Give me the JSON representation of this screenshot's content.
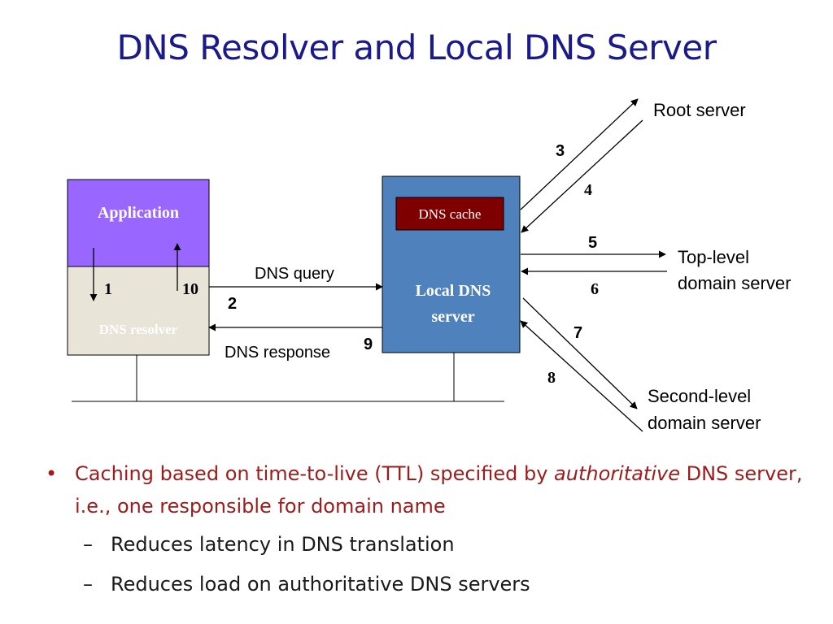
{
  "title": "DNS Resolver and Local DNS Server",
  "diagram": {
    "application_label": "Application",
    "resolver_label": "DNS resolver",
    "dns_cache_label": "DNS cache",
    "local_server_line1": "Local DNS",
    "local_server_line2": "server",
    "dns_query_label": "DNS query",
    "dns_response_label": "DNS response",
    "root_server_label": "Root server",
    "tld_line1": "Top-level",
    "tld_line2": "domain server",
    "sld_line1": "Second-level",
    "sld_line2": "domain server",
    "step_1": "1",
    "step_2": "2",
    "step_3": "3",
    "step_4": "4",
    "step_5": "5",
    "step_6": "6",
    "step_7": "7",
    "step_8": "8",
    "step_9": "9",
    "step_10": "10",
    "colors": {
      "application_fill": "#9966ff",
      "resolver_fill": "#e8e4d8",
      "local_server_fill": "#4f81bd",
      "cache_fill": "#7f0000"
    }
  },
  "bullets": {
    "main_before_italic": "Caching based on time-to-live (TTL) specified by ",
    "main_italic": "authoritative",
    "main_after_italic": " DNS server, i.e., one responsible for domain name",
    "sub1": "Reduces latency in DNS translation",
    "sub2": "Reduces load on authoritative DNS servers"
  }
}
